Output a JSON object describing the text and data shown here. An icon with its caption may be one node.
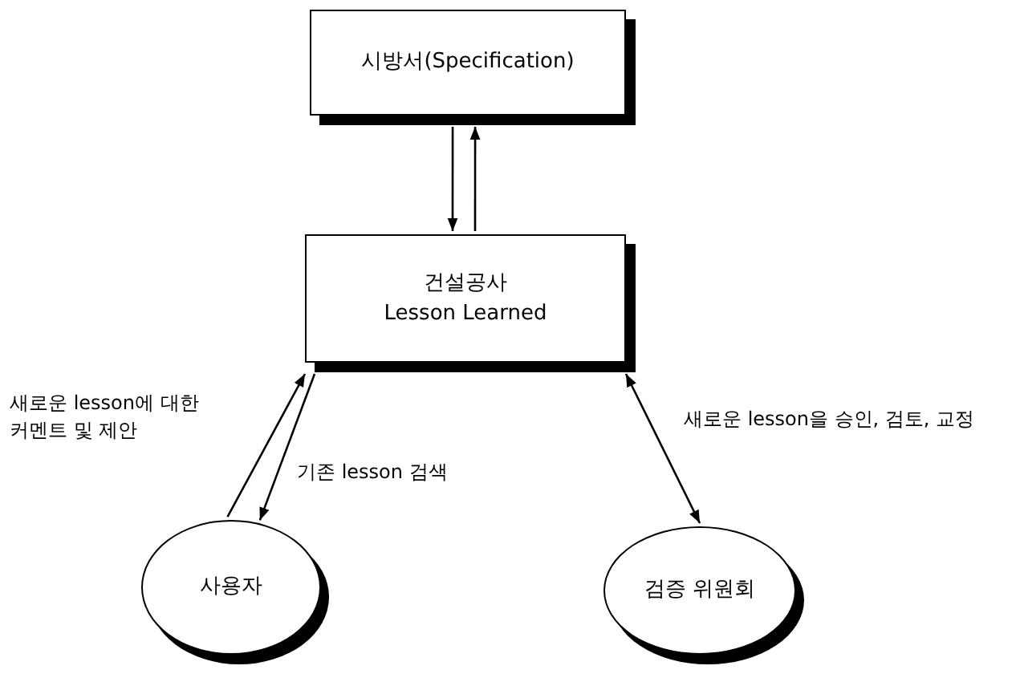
{
  "diagram": {
    "nodes": [
      {
        "text": [
          "시방서(Specification)"
        ]
      },
      {
        "text": [
          "건설공사",
          "Lesson Learned"
        ]
      },
      {
        "text": [
          "사용자"
        ]
      },
      {
        "text": [
          "검증 위원회"
        ]
      }
    ],
    "edges": [
      {
        "from": 0,
        "to": 1,
        "arrow": "to"
      },
      {
        "from": 1,
        "to": 0,
        "arrow": "to"
      },
      {
        "from": 2,
        "to": 1,
        "arrow": "to",
        "label": "새로운 lesson에 대한 커멘트 및 제안"
      },
      {
        "from": 1,
        "to": 2,
        "arrow": "to",
        "label": "기존 lesson 검색"
      },
      {
        "from": 1,
        "to": 3,
        "arrow": "both",
        "label": "새로운 lesson을 승인, 검토, 교정"
      }
    ]
  }
}
